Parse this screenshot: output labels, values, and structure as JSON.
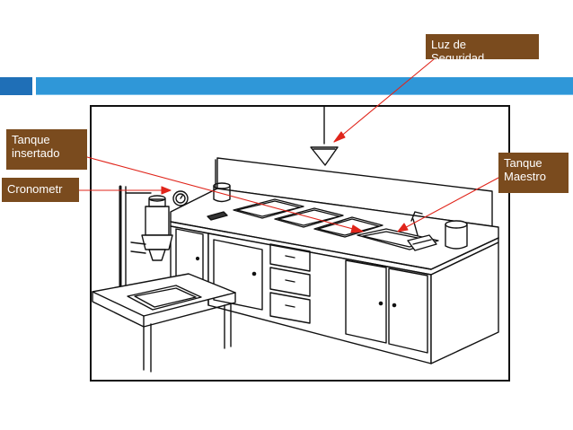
{
  "labels": {
    "luz": [
      "Luz de",
      "Seguridad"
    ],
    "tanque_insertado": [
      "Tanque",
      "insertado"
    ],
    "cronometro": [
      "Cronometr"
    ],
    "tanque_maestro": [
      "Tanque",
      "Maestro"
    ]
  },
  "colors": {
    "header_dark": "#1f6fb7",
    "header_light": "#2f97d8",
    "callout_bg": "#7a4b1e",
    "callout_text": "#ffffff",
    "arrow": "#e0251b"
  }
}
